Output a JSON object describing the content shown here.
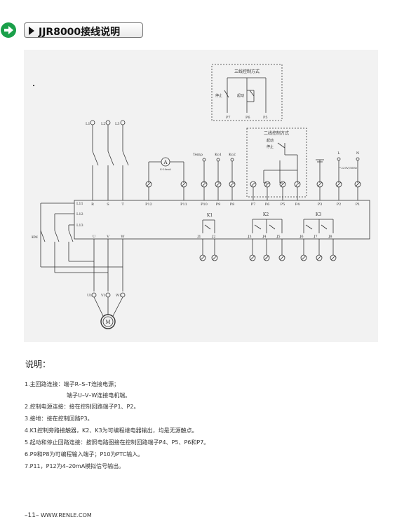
{
  "header": {
    "title": "JJR8000接线说明"
  },
  "diagram": {
    "three_wire_label": "三线控制方式",
    "two_wire_label": "二线控制方式",
    "stop_label": "停止",
    "start_label": "起动",
    "stop_label_2": "停止",
    "start_label_2": "起动",
    "ammeter_label": "4-20mA",
    "ammeter_symbol": "A",
    "motor_symbol": "M",
    "supply_label": "~220V/50Hz",
    "km_label": "KM",
    "relay_k1": "K1",
    "relay_k2": "K2",
    "relay_k3": "K3",
    "phase_in": [
      "L1",
      "L2",
      "L3"
    ],
    "phase_terms": [
      "R",
      "S",
      "T"
    ],
    "motor_out": [
      "U",
      "V",
      "W"
    ],
    "motor_terms": [
      "U1",
      "V1",
      "W1"
    ],
    "control_labels": [
      "L11",
      "L12",
      "L13"
    ],
    "top_signals": [
      "Temp",
      "Ko1",
      "Ko2"
    ],
    "ground_signals": [
      "L",
      "N"
    ],
    "bottom_terms": [
      "P12",
      "P11",
      "P10",
      "P9",
      "P8",
      "P7",
      "P6",
      "P5",
      "P4",
      "P3",
      "P2",
      "P1"
    ],
    "three_wire_terms": [
      "P7",
      "P6",
      "P5"
    ],
    "relay_terms": [
      "J1",
      "J2",
      "J3",
      "J4",
      "J5",
      "J6",
      "J7",
      "J8"
    ]
  },
  "notes": {
    "heading": "说明：",
    "items": [
      "1.主回路连接：端子R–S–T连接电源；",
      "端子U–V–W连接电机端。",
      "2.控制电源连接：接在控制回路端子P1、P2。",
      "3.接地：接在控制回路P3。",
      "4.K1控制旁路接触器，K2、K3为可编程继电器输出，均是无源触点。",
      "5.起动和停止回路连接：按照电路图接在控制回路端子P4、P5、P6和P7。",
      "6.P9和P8为可编程输入端子；P10为PTC输入。",
      "7.P11，P12为4–20mA模拟信号输出。"
    ]
  },
  "footer": {
    "page": "–11–",
    "url": "WWW.RENLE.COM"
  }
}
